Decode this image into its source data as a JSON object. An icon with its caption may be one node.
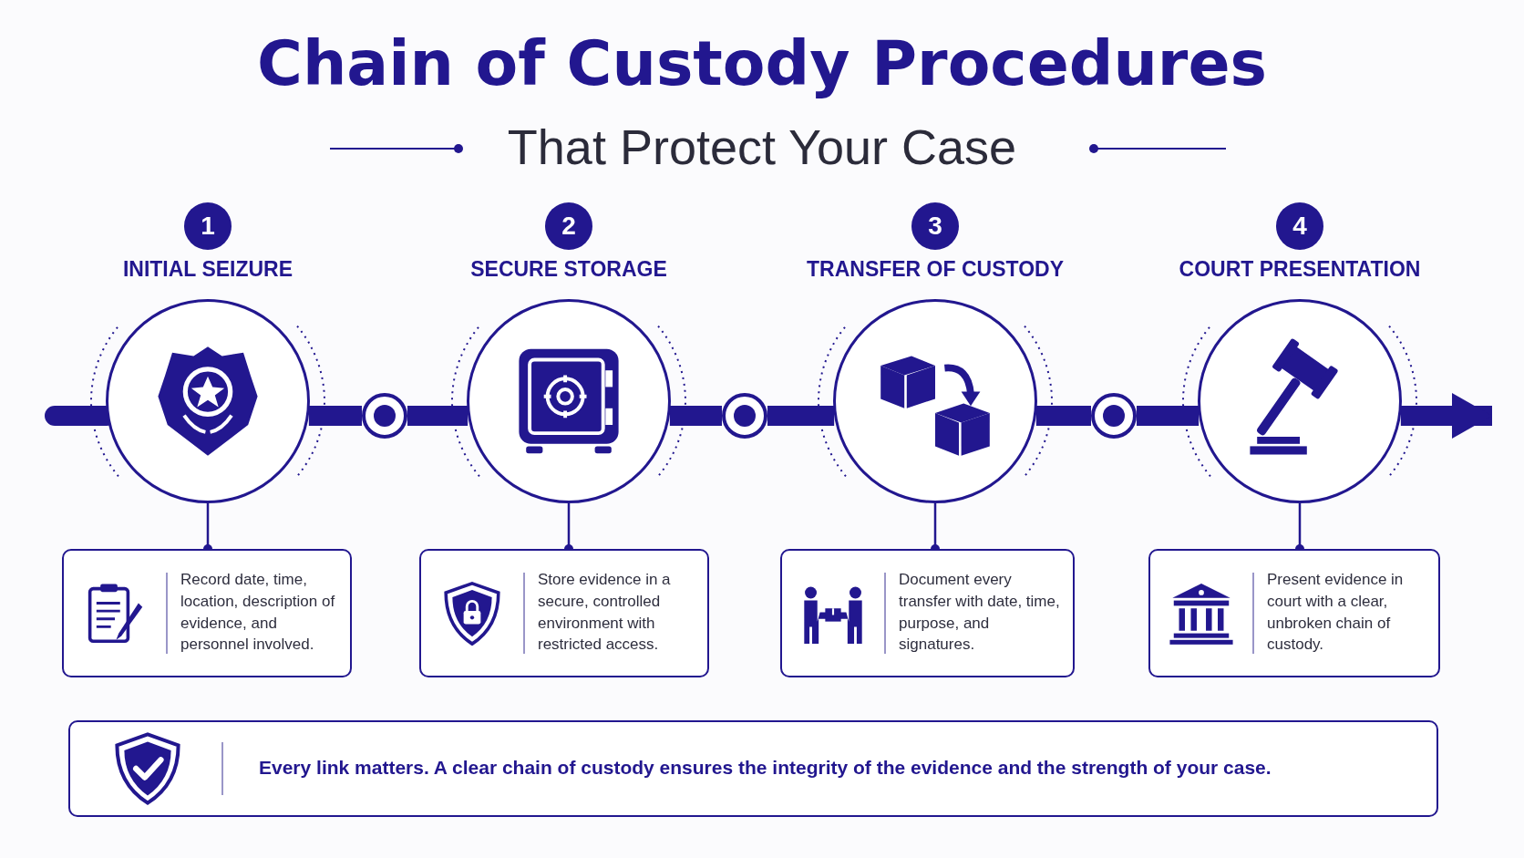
{
  "diagram": {
    "title": "Chain of Custody Procedures",
    "caption": "That Protect Your Case",
    "nodes": [
      {
        "text": [
          "1"
        ]
      },
      {
        "text": [],
        "shape": "circle",
        "beside": [
          "INITIAL SEIZURE"
        ]
      },
      {
        "text": [
          "Record date, time, location, description of evidence, and personnel involved."
        ]
      },
      {
        "text": [
          "2"
        ]
      },
      {
        "text": [],
        "shape": "circle",
        "beside": [
          "SECURE STORAGE"
        ]
      },
      {
        "text": [
          "Store evidence in a secure, controlled environment with restricted access."
        ]
      },
      {
        "text": [
          "3"
        ]
      },
      {
        "text": [],
        "shape": "circle",
        "beside": [
          "TRANSFER OF CUSTODY"
        ]
      },
      {
        "text": [
          "Document every transfer with date, time, purpose, and signatures."
        ]
      },
      {
        "text": [
          "4"
        ]
      },
      {
        "text": [],
        "shape": "circle",
        "beside": [
          "COURT PRESENTATION"
        ]
      },
      {
        "text": [
          "Present evidence in court with a clear, unbroken chain of custody."
        ]
      },
      {
        "text": [],
        "shape": "circle"
      },
      {
        "text": [],
        "shape": "circle"
      },
      {
        "text": [],
        "shape": "circle"
      },
      {
        "text": [
          "Every link matters. A clear chain of custody ensures the integrity of the evidence and the strength of your case."
        ]
      }
    ],
    "edges": [
      {
        "from": null,
        "to": 1,
        "arrow": "none"
      },
      {
        "from": 1,
        "to": 12,
        "arrow": "none"
      },
      {
        "from": 12,
        "to": 4,
        "arrow": "none"
      },
      {
        "from": 4,
        "to": 13,
        "arrow": "none"
      },
      {
        "from": 13,
        "to": 7,
        "arrow": "none"
      },
      {
        "from": 7,
        "to": 14,
        "arrow": "none"
      },
      {
        "from": 14,
        "to": 10,
        "arrow": "none"
      },
      {
        "from": 10,
        "to": null,
        "arrow": "to"
      },
      {
        "from": 1,
        "to": 2,
        "arrow": "other"
      },
      {
        "from": 4,
        "to": 5,
        "arrow": "other"
      },
      {
        "from": 7,
        "to": 8,
        "arrow": "other"
      },
      {
        "from": 10,
        "to": 11,
        "arrow": "other"
      }
    ]
  }
}
